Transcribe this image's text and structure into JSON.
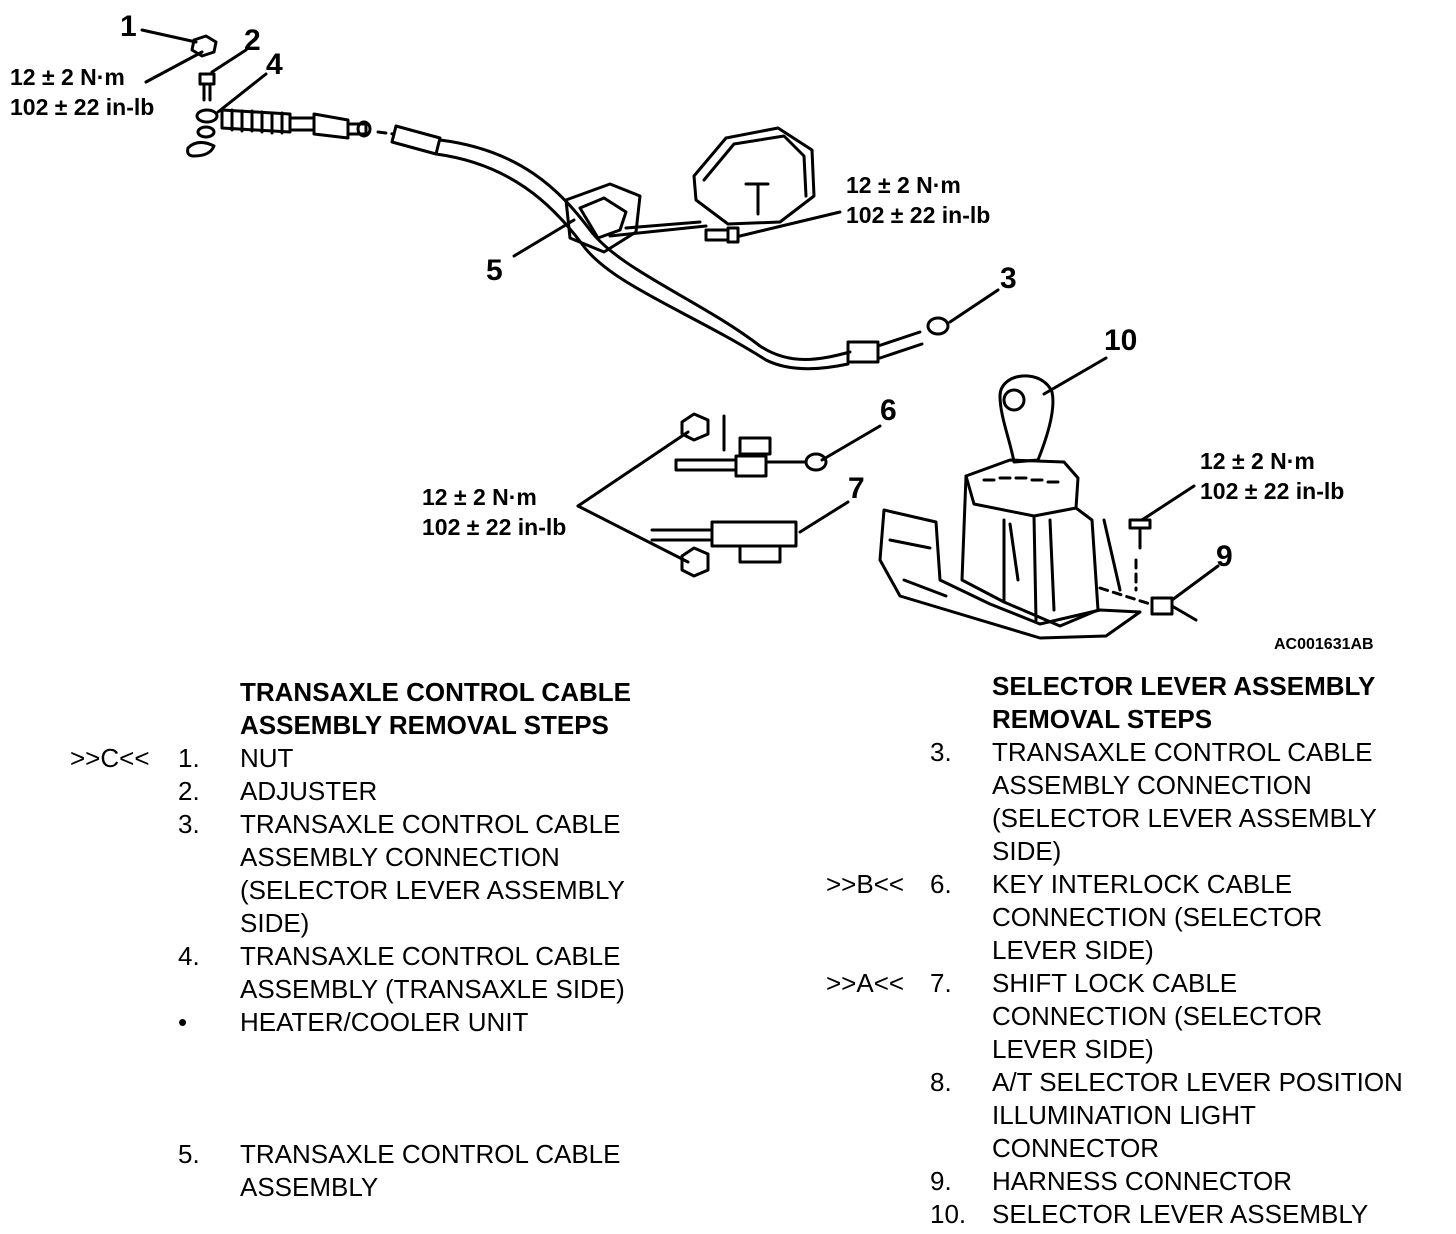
{
  "callouts": {
    "c1": "1",
    "c2": "2",
    "c3": "3",
    "c4": "4",
    "c5": "5",
    "c6": "6",
    "c7": "7",
    "c9": "9",
    "c10": "10"
  },
  "torques": {
    "top_left": [
      "12 ± 2 N·m",
      "102 ± 22 in-lb"
    ],
    "upper_right": [
      "12 ± 2 N·m",
      "102 ± 22 in-lb"
    ],
    "middle": [
      "12 ± 2 N·m",
      "102 ± 22 in-lb"
    ],
    "right": [
      "12 ±  2 N·m",
      "102 ± 22 in-lb"
    ]
  },
  "figure_code": "AC001631AB",
  "left_steps": {
    "title": [
      "TRANSAXLE CONTROL CABLE",
      "ASSEMBLY REMOVAL STEPS"
    ],
    "items": [
      {
        "marker": ">>C<<",
        "num": "1.",
        "lines": [
          "NUT"
        ]
      },
      {
        "marker": "",
        "num": "2.",
        "lines": [
          "ADJUSTER"
        ]
      },
      {
        "marker": "",
        "num": "3.",
        "lines": [
          "TRANSAXLE CONTROL CABLE",
          "ASSEMBLY CONNECTION",
          "(SELECTOR LEVER ASSEMBLY",
          "SIDE)"
        ]
      },
      {
        "marker": "",
        "num": "4.",
        "lines": [
          "TRANSAXLE CONTROL CABLE",
          "ASSEMBLY (TRANSAXLE SIDE)"
        ]
      },
      {
        "marker": "",
        "num": "•",
        "lines": [
          "HEATER/COOLER UNIT"
        ]
      },
      {
        "marker": "",
        "num": "5.",
        "lines": [
          "TRANSAXLE CONTROL CABLE",
          "ASSEMBLY"
        ]
      }
    ]
  },
  "right_steps": {
    "title": [
      "SELECTOR LEVER ASSEMBLY",
      "REMOVAL STEPS"
    ],
    "items": [
      {
        "marker": "",
        "num": "3.",
        "lines": [
          "TRANSAXLE CONTROL CABLE",
          "ASSEMBLY CONNECTION",
          "(SELECTOR LEVER ASSEMBLY",
          "SIDE)"
        ]
      },
      {
        "marker": ">>B<<",
        "num": "6.",
        "lines": [
          "KEY INTERLOCK CABLE",
          "CONNECTION (SELECTOR",
          "LEVER SIDE)"
        ]
      },
      {
        "marker": ">>A<<",
        "num": "7.",
        "lines": [
          "SHIFT LOCK CABLE",
          "CONNECTION (SELECTOR",
          "LEVER SIDE)"
        ]
      },
      {
        "marker": "",
        "num": "8.",
        "lines": [
          "A/T SELECTOR LEVER POSITION",
          "ILLUMINATION LIGHT",
          "CONNECTOR"
        ]
      },
      {
        "marker": "",
        "num": "9.",
        "lines": [
          "HARNESS CONNECTOR"
        ]
      },
      {
        "marker": "",
        "num": "10.",
        "lines": [
          "SELECTOR LEVER ASSEMBLY"
        ]
      }
    ]
  }
}
